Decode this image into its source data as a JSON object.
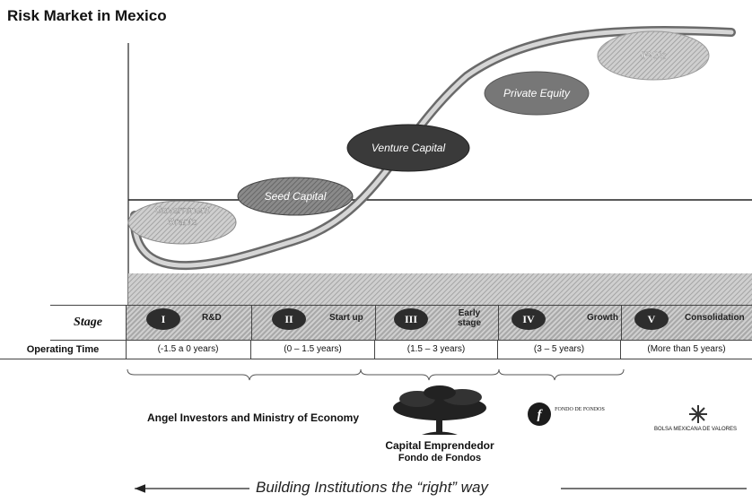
{
  "title": "Risk Market in Mexico",
  "curve_stages": [
    {
      "label": "Government\nGrants"
    },
    {
      "label": "Seed Capital"
    },
    {
      "label": "Venture Capital"
    },
    {
      "label": "Private Equity"
    },
    {
      "label": "IPO's"
    }
  ],
  "table": {
    "stage_label": "Stage",
    "operating_label": "Operating Time",
    "stages": [
      {
        "numeral": "I",
        "name": "R&D",
        "time": "(-1.5 a 0 years)"
      },
      {
        "numeral": "II",
        "name": "Start up",
        "time": "(0 – 1.5 years)"
      },
      {
        "numeral": "III",
        "name": "Early stage",
        "time": "(1.5 – 3 years)"
      },
      {
        "numeral": "IV",
        "name": "Growth",
        "time": "(3 – 5 years)"
      },
      {
        "numeral": "V",
        "name": "Consolidation",
        "time": "(More than 5 years)"
      }
    ]
  },
  "institutions": {
    "angel": "Angel Investors and Ministry of Economy",
    "capital_line1": "Capital Emprendedor",
    "capital_line2": "Fondo de Fondos",
    "fondo_logo_text": "FONDO DE FONDOS",
    "bolsa_logo_text": "BOLSA MEXICANA DE VALORES"
  },
  "footer": "Building Institutions the “right” way",
  "colors": {
    "dark_ellipse": "#3a3a3a",
    "mid_ellipse": "#6b6b6b",
    "light_ellipse": "#bdbdbd"
  }
}
